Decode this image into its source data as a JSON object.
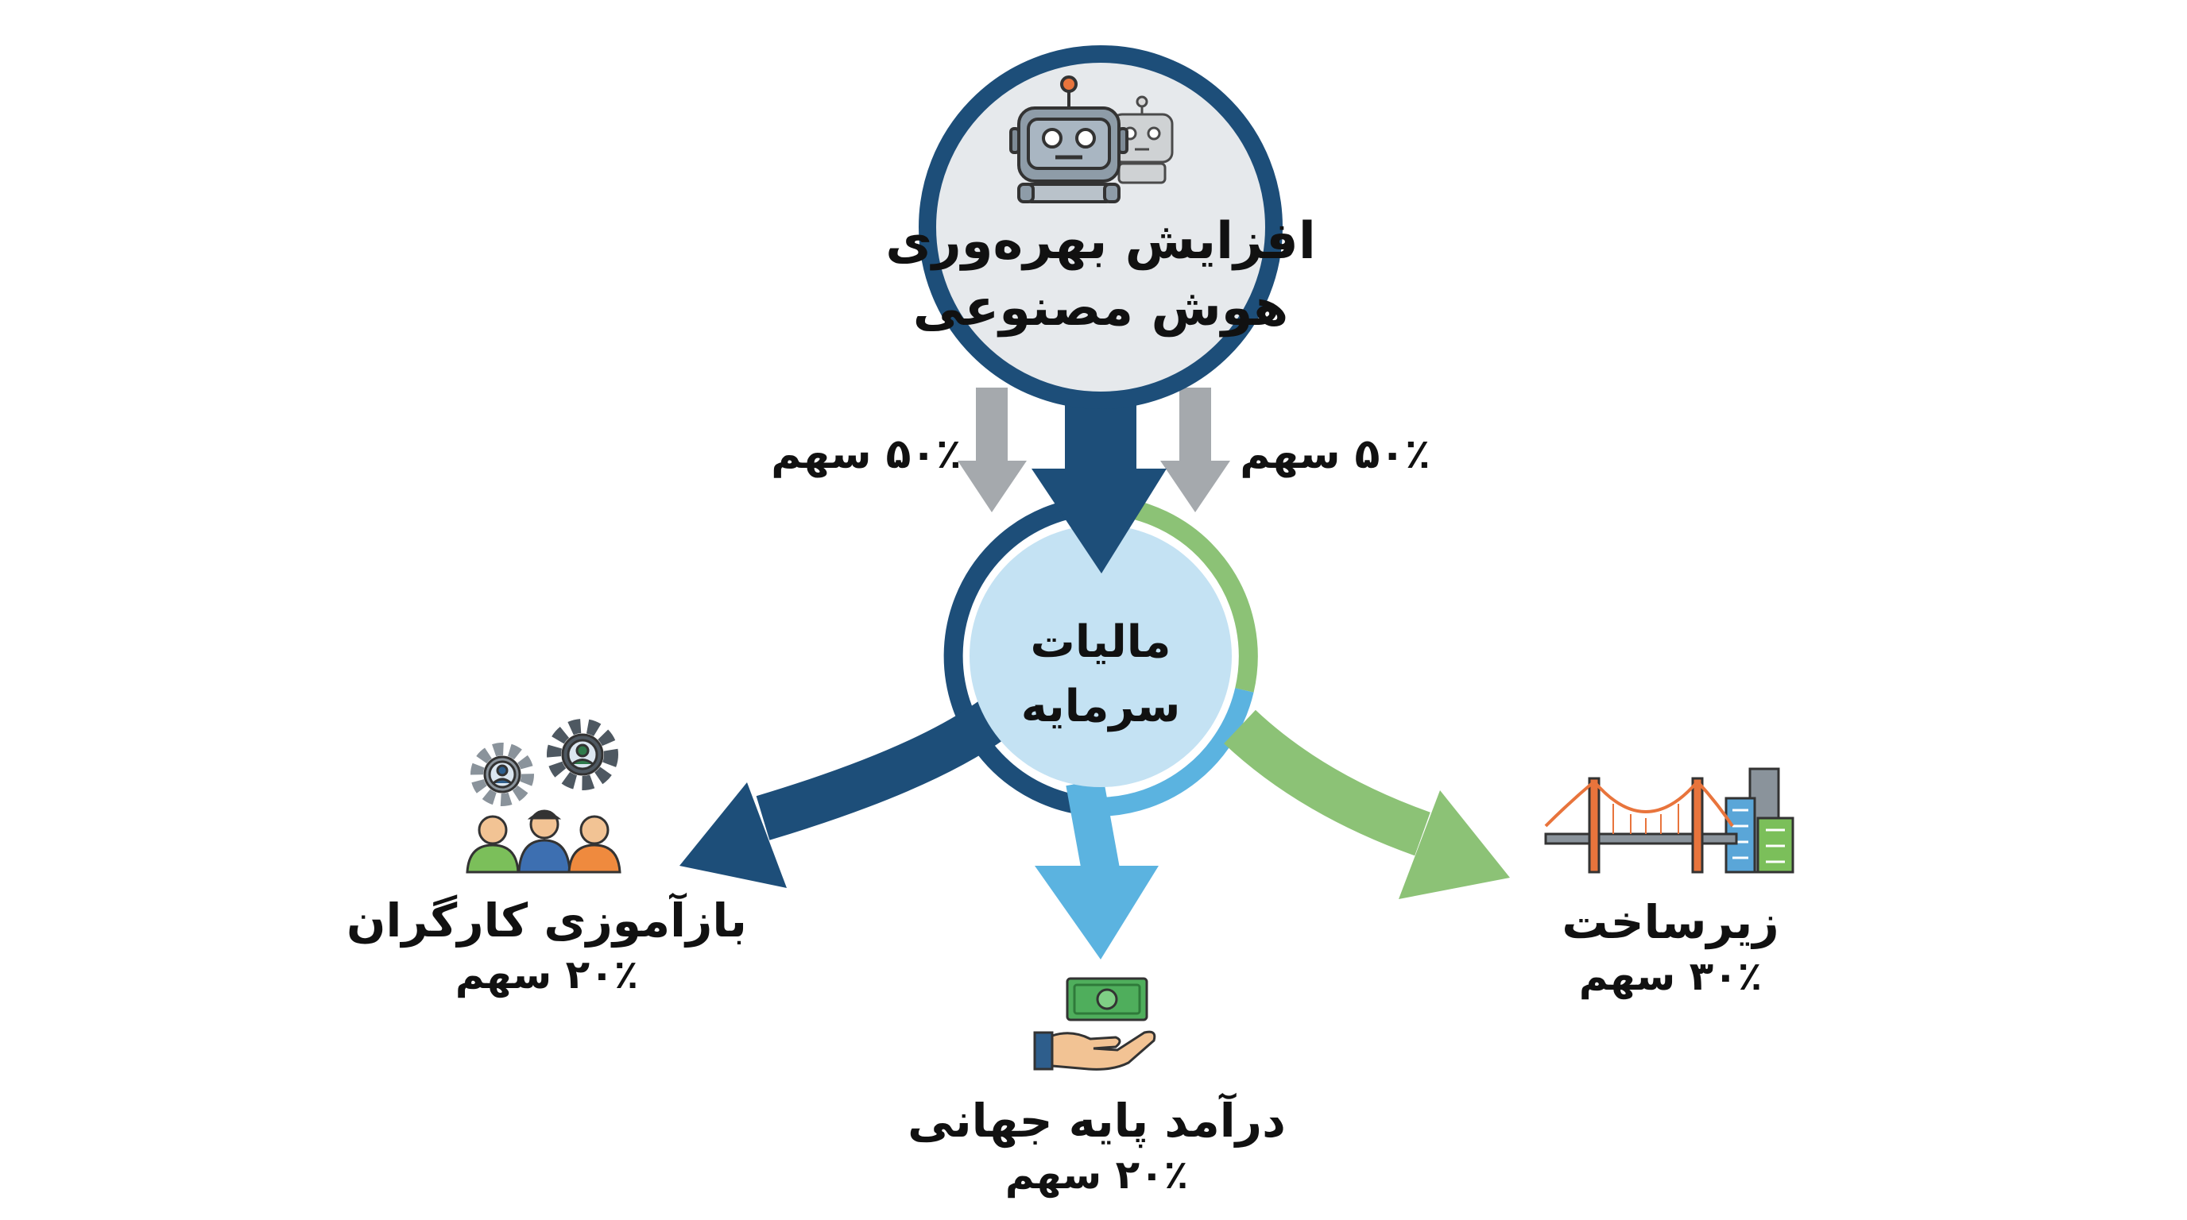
{
  "top_node": {
    "line1": "افزایش بهره‌وری",
    "line2": "هوش مصنوعی",
    "icon": "robots-icon"
  },
  "left_split": "۵۰٪ سهم",
  "right_split": "۵۰٪ سهم",
  "center_node": {
    "line1": "مالیات",
    "line2": "سرمایه"
  },
  "branches": {
    "retraining": {
      "title": "بازآموزی کارگران",
      "share": "۲۰٪ سهم",
      "icon": "workers-gears-icon",
      "color": "#1d4e79"
    },
    "ubi": {
      "title": "درآمد پایه جهانی",
      "share": "۲۰٪ سهم",
      "icon": "hand-money-icon",
      "color": "#5bb3e0"
    },
    "infrastructure": {
      "title": "زیرساخت",
      "share": "۳۰٪ سهم",
      "icon": "bridge-city-icon",
      "color": "#8cc276"
    }
  },
  "colors": {
    "navy": "#1d4e79",
    "light_blue": "#5bb3e0",
    "green": "#8cc276",
    "gray": "#a5a9ad",
    "top_fill": "#e6e9ec",
    "center_fill": "#c4e2f3"
  }
}
